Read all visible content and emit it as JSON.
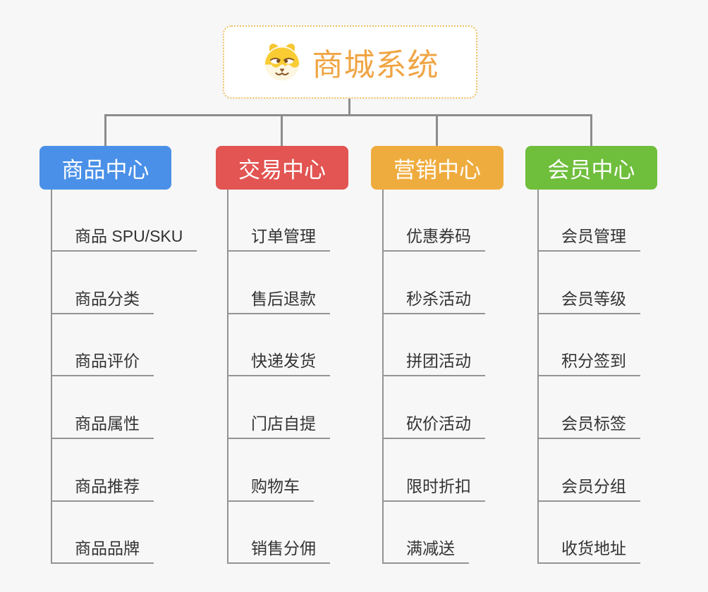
{
  "root": {
    "title": "商城系统",
    "icon": "doge-icon",
    "title_color": "#f0a544",
    "border_color": "#eec063"
  },
  "colors": {
    "canvas_background": "#f7f7f7",
    "connector": "#8c8c8c",
    "leaf_line": "#949494",
    "leaf_text": "#333333"
  },
  "branches": [
    {
      "label": "商品中心",
      "color": "#4a90e8",
      "items": [
        "商品 SPU/SKU",
        "商品分类",
        "商品评价",
        "商品属性",
        "商品推荐",
        "商品品牌"
      ]
    },
    {
      "label": "交易中心",
      "color": "#e25552",
      "items": [
        "订单管理",
        "售后退款",
        "快递发货",
        "门店自提",
        "购物车",
        "销售分佣"
      ]
    },
    {
      "label": "营销中心",
      "color": "#efac3e",
      "items": [
        "优惠券码",
        "秒杀活动",
        "拼团活动",
        "砍价活动",
        "限时折扣",
        "满减送"
      ]
    },
    {
      "label": "会员中心",
      "color": "#6fbe3c",
      "items": [
        "会员管理",
        "会员等级",
        "积分签到",
        "会员标签",
        "会员分组",
        "收货地址"
      ]
    }
  ]
}
